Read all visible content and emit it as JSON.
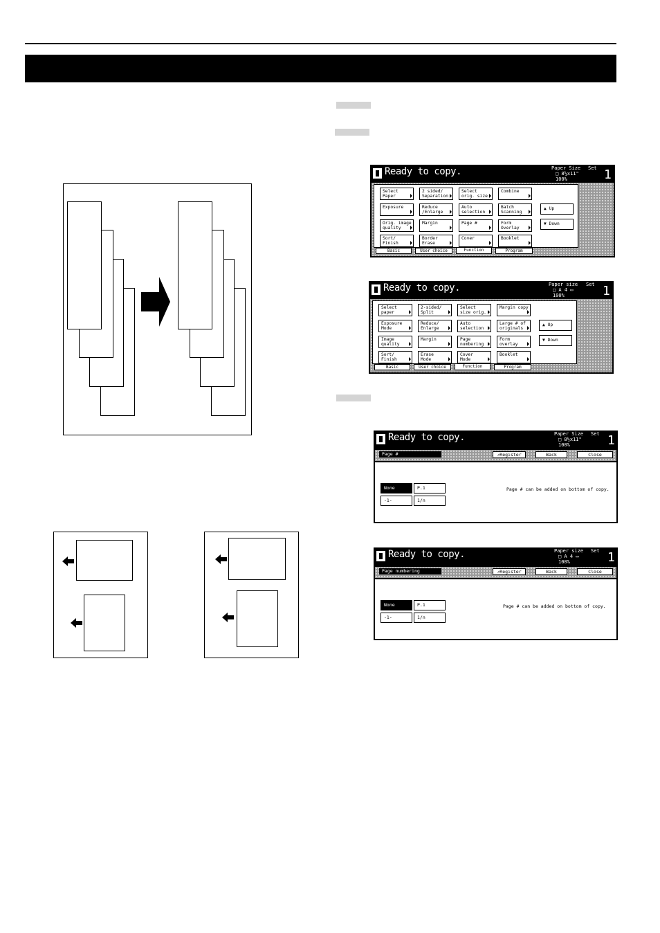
{
  "panels": [
    {
      "title": "Ready to copy.",
      "paper_label": "Paper Size",
      "paper_value": "□ 8½x11\"",
      "zoom": "100%",
      "set_label": "Set",
      "count": "1",
      "buttons": [
        "Select\nPaper",
        "2 sided/\nSeparation",
        "Select\norig. size",
        "Combine",
        "Exposure",
        "Reduce\n/Enlarge",
        "Auto\nselection",
        "Batch\nScanning",
        "Orig. image\nquality",
        "Margin",
        "Page #",
        "Form\nOverlay",
        "Sort/\nFinish",
        "Border\nErase",
        "Cover",
        "Booklet"
      ],
      "up": "Up",
      "down": "Down",
      "tabs": [
        "Basic",
        "User choice",
        "Function",
        "Program"
      ]
    },
    {
      "title": "Ready to copy.",
      "paper_label": "Paper size",
      "paper_value": "□ A 4 ▭",
      "zoom": "100%",
      "set_label": "Set",
      "count": "1",
      "buttons": [
        "Select\npaper",
        "2-sided/\nSplit",
        "Select\nsize orig.",
        "Margin copy",
        "Exposure\nMode",
        "Reduce/\nEnlarge",
        "Auto\nselection",
        "Large # of\noriginals",
        "Image\nquality",
        "Margin",
        "Page\nnumbering",
        "Form\noverlay",
        "Sort/\nFinish",
        "Erase\nMode",
        "Cover\nMode",
        "Booklet"
      ],
      "up": "Up",
      "down": "Down",
      "tabs": [
        "Basic",
        "User choice",
        "Function",
        "Program"
      ]
    }
  ],
  "page_panels": [
    {
      "title": "Ready to copy.",
      "paper_label": "Paper Size",
      "paper_value": "□ 8½x11\"",
      "zoom": "100%",
      "set_label": "Set",
      "count": "1",
      "label": "Page #",
      "register": "Register",
      "back": "Back",
      "close": "Close",
      "options": [
        "None",
        "P.1",
        "-1-",
        "1/n"
      ],
      "message": "Page # can be added on bottom of copy."
    },
    {
      "title": "Ready to copy.",
      "paper_label": "Paper size",
      "paper_value": "□ A 4 ▭",
      "zoom": "100%",
      "set_label": "Set",
      "count": "1",
      "label": "Page numbering",
      "register": "Register",
      "back": "Back",
      "close": "Close",
      "options": [
        "None",
        "P.1",
        "-1-",
        "1/n"
      ],
      "message": "Page # can be added on bottom of copy."
    }
  ]
}
